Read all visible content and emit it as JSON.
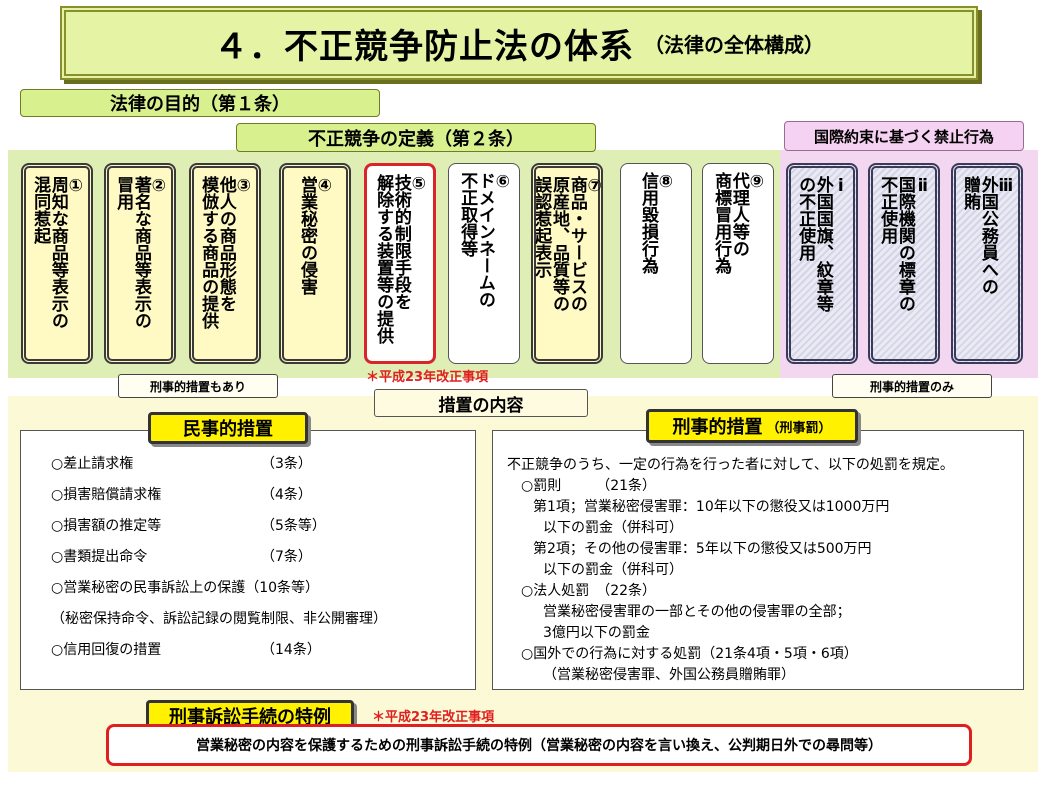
{
  "title": {
    "main": "４．不正競争防止法の体系",
    "sub": "（法律の全体構成）"
  },
  "purpose_label": "法律の目的（第１条）",
  "definition_label": "不正競争の定義（第２条）",
  "intl_label": "国際約束に基づく禁止行為",
  "cards": [
    {
      "style": "thick",
      "cols": [
        "①",
        "周知な商品等表示の",
        "混同惹起"
      ]
    },
    {
      "style": "thick",
      "cols": [
        "②",
        "著名な商品等表示の",
        "冒用"
      ]
    },
    {
      "style": "thick",
      "cols": [
        "③",
        "他人の商品形態を",
        "模倣する商品の提供"
      ]
    },
    {
      "style": "thick",
      "cols": [
        "④",
        "営業秘密の侵害"
      ]
    },
    {
      "style": "red",
      "cols": [
        "⑤",
        "技術的制限手段を",
        "解除する装置等の提供"
      ]
    },
    {
      "style": "plain",
      "cols": [
        "⑥",
        "ドメインネームの",
        "不正取得等"
      ]
    },
    {
      "style": "thick",
      "cols": [
        "⑦",
        "商品・サービスの",
        "原産地、品質等の",
        "誤認惹起表示"
      ]
    },
    {
      "style": "plain",
      "cols": [
        "⑧",
        "信用毀損行為"
      ]
    },
    {
      "style": "plain",
      "cols": [
        "⑨",
        "代理人等の",
        "商標冒用行為"
      ]
    },
    {
      "style": "hatch",
      "cols": [
        "ⅰ",
        "外国国旗、紋章等",
        "の不正使用"
      ]
    },
    {
      "style": "hatch",
      "cols": [
        "ⅱ",
        "国際機関の標章の",
        "不正使用"
      ]
    },
    {
      "style": "hatch",
      "cols": [
        "ⅲ",
        "外国公務員への",
        "贈賄"
      ]
    }
  ],
  "note_criminal_some": "刑事的措置もあり",
  "note_criminal_only": "刑事的措置のみ",
  "revision_note": "＊平成23年改正事項",
  "measures_label": "措置の内容",
  "civil": {
    "header": "民事的措置",
    "items": [
      {
        "label": "○差止請求権",
        "article": "（3条）"
      },
      {
        "label": "○損害賠償請求権",
        "article": "（4条）"
      },
      {
        "label": "○損害額の推定等",
        "article": "（5条等）"
      },
      {
        "label": "○書類提出命令",
        "article": "（7条）"
      },
      {
        "label": "○営業秘密の民事訴訟上の保護（10条等）",
        "article": ""
      },
      {
        "label": "（秘密保持命令、訴訟記録の閲覧制限、非公開審理）",
        "article": ""
      },
      {
        "label": "○信用回復の措置",
        "article": "（14条）"
      }
    ]
  },
  "criminal": {
    "header": "刑事的措置",
    "header_sub": "（刑事罰）",
    "lines": [
      "不正競争のうち、一定の行為を行った者に対して、以下の処罰を規定。",
      "○罰則　　　（21条）",
      "第1項；営業秘密侵害罪：10年以下の懲役又は1000万円",
      "以下の罰金（併科可）",
      "第2項；その他の侵害罪：5年以下の懲役又は500万円",
      "以下の罰金（併科可）",
      "○法人処罰　（22条）",
      "営業秘密侵害罪の一部とその他の侵害罪の全部；",
      "3億円以下の罰金",
      "○国外での行為に対する処罰（21条4項・5項・6項）",
      "（営業秘密侵害罪、外国公務員贈賄罪）"
    ]
  },
  "procedure": {
    "header": "刑事訴訟手続の特例",
    "text": "営業秘密の内容を保護するための刑事訴訟手続の特例（営業秘密の内容を言い換え、公判期日外での尋問等）"
  }
}
